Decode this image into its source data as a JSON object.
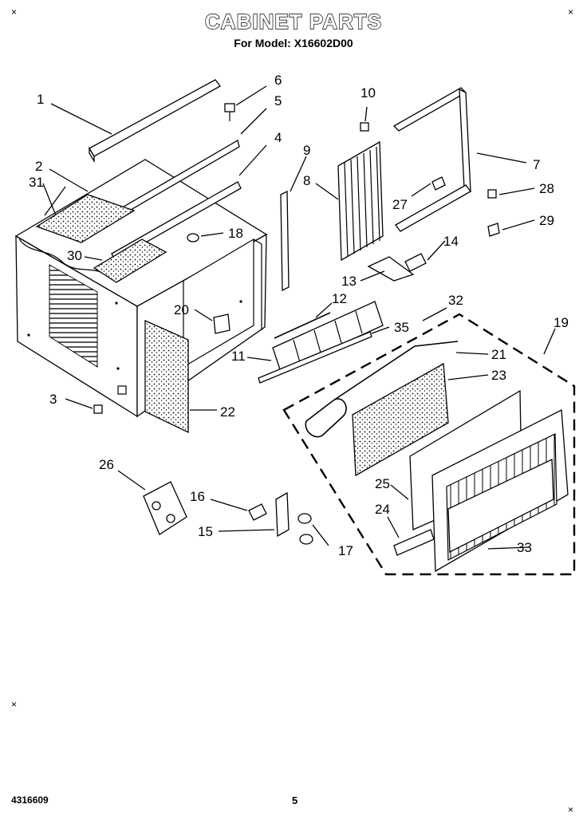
{
  "header": {
    "title": "CABINET PARTS",
    "subtitle": "For Model: X16602D00"
  },
  "corner_marks": [
    "×",
    "×",
    "×",
    "×"
  ],
  "footer": {
    "doc_number": "4316609",
    "page_number": "5"
  },
  "callouts": [
    "1",
    "2",
    "3",
    "4",
    "5",
    "6",
    "7",
    "8",
    "9",
    "10",
    "11",
    "12",
    "13",
    "14",
    "15",
    "16",
    "17",
    "18",
    "19",
    "20",
    "21",
    "22",
    "23",
    "24",
    "25",
    "26",
    "27",
    "28",
    "29",
    "30",
    "31",
    "32",
    "33",
    "35"
  ]
}
